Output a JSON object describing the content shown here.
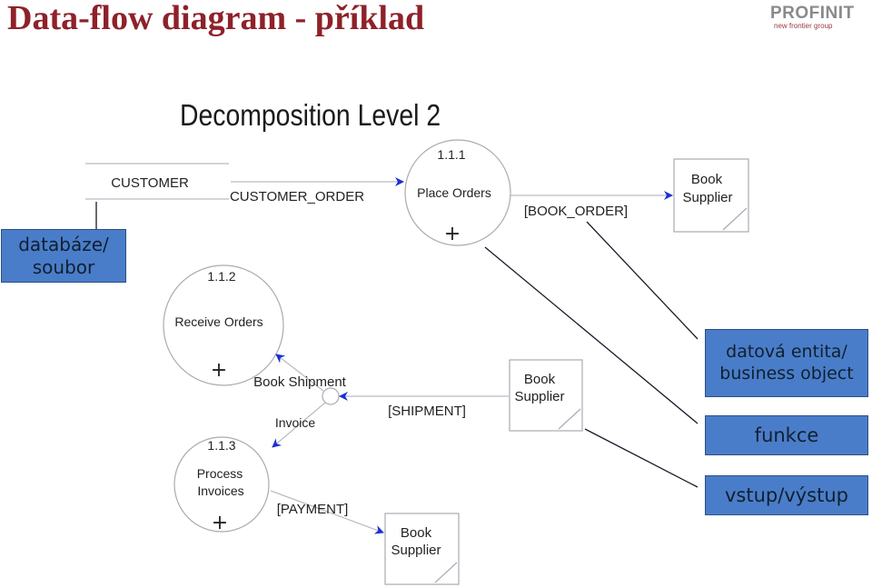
{
  "page": {
    "title": "Data-flow diagram - příklad",
    "subtitle": "Decomposition Level 2"
  },
  "logo": {
    "brand": "PROFINIT",
    "tagline": "new frontier group"
  },
  "diagram": {
    "external_entity": {
      "label": "CUSTOMER"
    },
    "processes": [
      {
        "id": "1.1.1",
        "name": "Place Orders",
        "marker": "+"
      },
      {
        "id": "1.1.2",
        "name": "Receive Orders",
        "marker": "+"
      },
      {
        "id": "1.1.3",
        "name_line1": "Process",
        "name_line2": "Invoices",
        "marker": "+"
      }
    ],
    "data_stores": [
      {
        "line1": "Book",
        "line2": "Supplier"
      },
      {
        "line1": "Book",
        "line2": "Supplier"
      },
      {
        "line1": "Book",
        "line2": "Supplier"
      }
    ],
    "flows": {
      "customer_order": "CUSTOMER_ORDER",
      "book_order": "[BOOK_ORDER]",
      "shipment": "[SHIPMENT]",
      "book_shipment": "Book Shipment",
      "invoice": "Invoice",
      "payment": "[PAYMENT]"
    }
  },
  "legend": {
    "database": {
      "line1": "databáze/",
      "line2": "soubor"
    },
    "entity": {
      "line1": "datová entita/",
      "line2": "business object"
    },
    "function": "funkce",
    "io": "vstup/výstup"
  },
  "colors": {
    "title": "#8e2129",
    "legend_fill": "#4a7dc9",
    "arrow": "#1a2fd4"
  }
}
